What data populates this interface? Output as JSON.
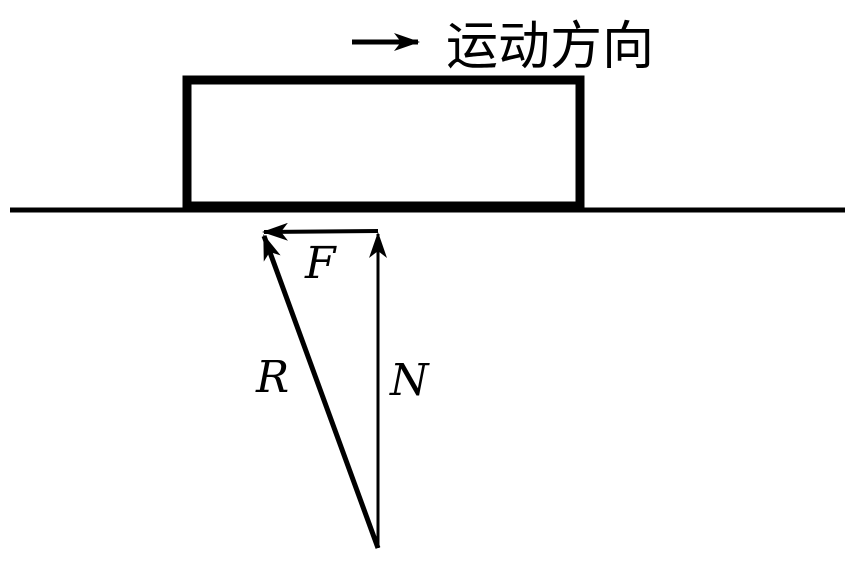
{
  "direction_label": "运动方向",
  "forces": {
    "friction": "F",
    "resultant": "R",
    "normal": "N"
  }
}
